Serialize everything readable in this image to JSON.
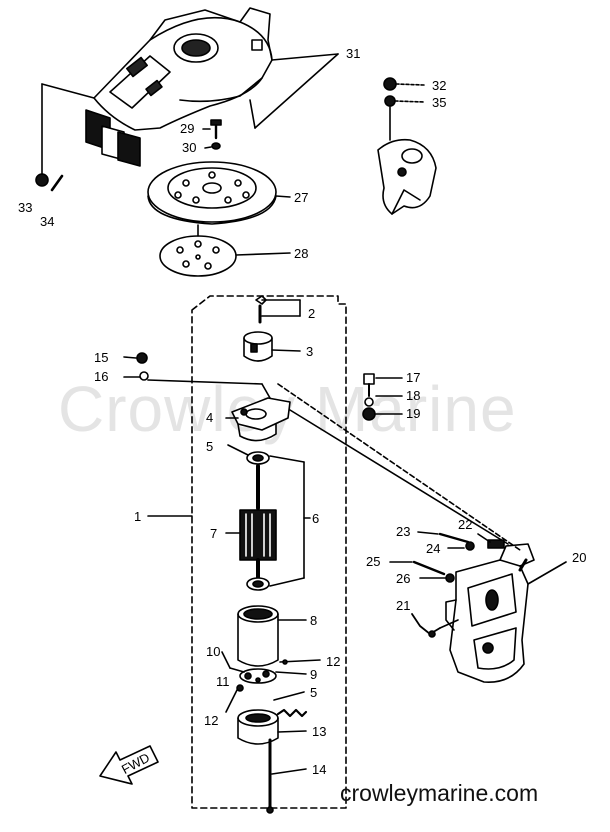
{
  "watermark": "Crowley Marine",
  "footer_url": "crowleymarine.com",
  "direction_arrow_text": "FWD",
  "callouts": [
    {
      "id": "1",
      "text": "1"
    },
    {
      "id": "2",
      "text": "2"
    },
    {
      "id": "3",
      "text": "3"
    },
    {
      "id": "4",
      "text": "4"
    },
    {
      "id": "5a",
      "text": "5"
    },
    {
      "id": "5b",
      "text": "5"
    },
    {
      "id": "6",
      "text": "6"
    },
    {
      "id": "7",
      "text": "7"
    },
    {
      "id": "8",
      "text": "8"
    },
    {
      "id": "9",
      "text": "9"
    },
    {
      "id": "10",
      "text": "10"
    },
    {
      "id": "11",
      "text": "11"
    },
    {
      "id": "12a",
      "text": "12"
    },
    {
      "id": "12b",
      "text": "12"
    },
    {
      "id": "13",
      "text": "13"
    },
    {
      "id": "14",
      "text": "14"
    },
    {
      "id": "15",
      "text": "15"
    },
    {
      "id": "16",
      "text": "16"
    },
    {
      "id": "17",
      "text": "17"
    },
    {
      "id": "18",
      "text": "18"
    },
    {
      "id": "19",
      "text": "19"
    },
    {
      "id": "20",
      "text": "20"
    },
    {
      "id": "21",
      "text": "21"
    },
    {
      "id": "22",
      "text": "22"
    },
    {
      "id": "23",
      "text": "23"
    },
    {
      "id": "24",
      "text": "24"
    },
    {
      "id": "25",
      "text": "25"
    },
    {
      "id": "26",
      "text": "26"
    },
    {
      "id": "27",
      "text": "27"
    },
    {
      "id": "28",
      "text": "28"
    },
    {
      "id": "29",
      "text": "29"
    },
    {
      "id": "30",
      "text": "30"
    },
    {
      "id": "31",
      "text": "31"
    },
    {
      "id": "32",
      "text": "32"
    },
    {
      "id": "33",
      "text": "33"
    },
    {
      "id": "34",
      "text": "34"
    },
    {
      "id": "35",
      "text": "35"
    }
  ]
}
